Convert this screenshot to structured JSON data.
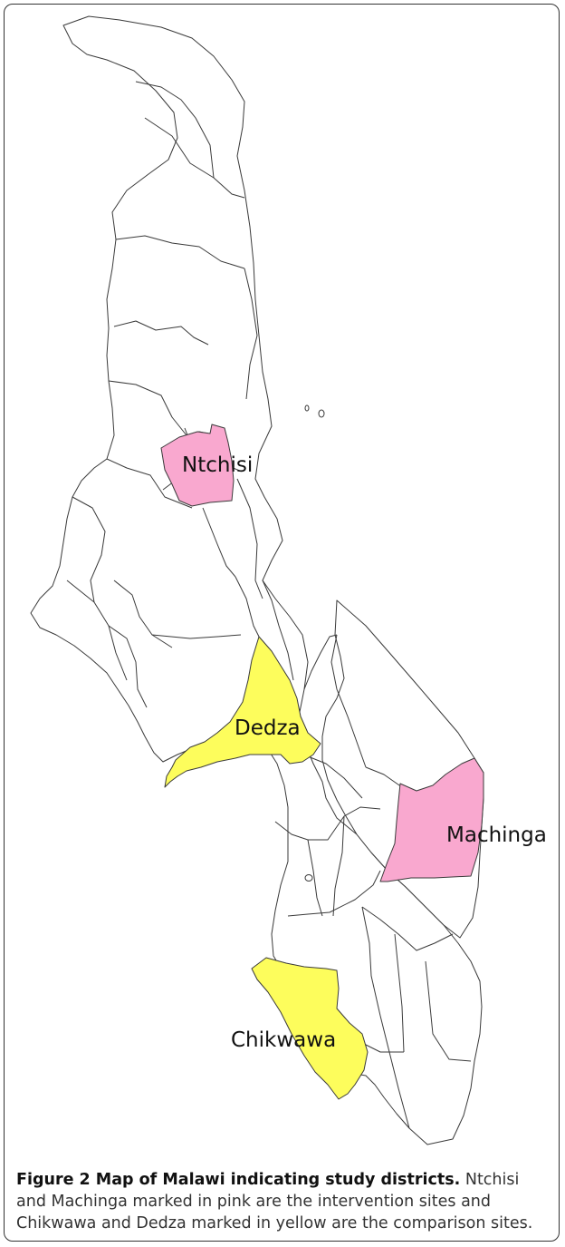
{
  "map": {
    "region": "Malawi",
    "districts": [
      {
        "name": "Ntchisi",
        "role": "intervention",
        "color": "#f9a8cf"
      },
      {
        "name": "Machinga",
        "role": "intervention",
        "color": "#f9a8cf"
      },
      {
        "name": "Dedza",
        "role": "comparison",
        "color": "#fdfd5c"
      },
      {
        "name": "Chikwawa",
        "role": "comparison",
        "color": "#fdfd5c"
      }
    ]
  },
  "caption": {
    "title": "Figure 2 Map of Malawi indicating study districts.",
    "text": "Ntchisi and Machinga marked in pink are the intervention sites and Chikwawa and Dedza marked in yellow are the comparison sites."
  }
}
